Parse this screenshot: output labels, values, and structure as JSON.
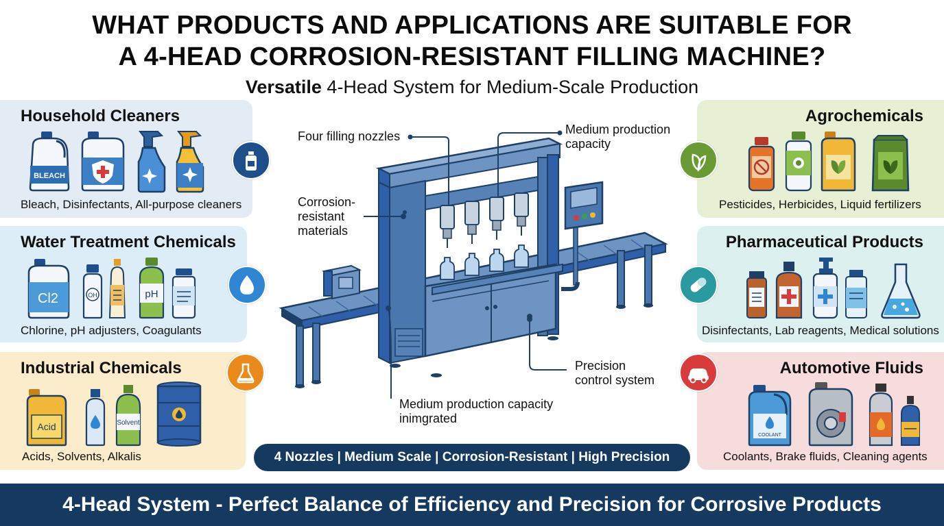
{
  "title": {
    "line1": "WHAT PRODUCTS AND APPLICATIONS ARE SUITABLE FOR",
    "line2": "A 4-HEAD CORROSION-RESISTANT FILLING MACHINE?"
  },
  "subtitle": {
    "bold": "Versatile",
    "rest": " 4-Head System for Medium-Scale Production"
  },
  "panels": {
    "household": {
      "title": "Household Cleaners",
      "desc": "Bleach, Disinfectants, All-purpose cleaners",
      "label_bleach": "BLEACH",
      "icon": "spray-bottle-icon",
      "color": "#e3ebf4"
    },
    "water": {
      "title": "Water Treatment Chemicals",
      "desc": "Chlorine, pH adjusters, Coagulants",
      "label_cl2": "Cl2",
      "label_oh": "OH",
      "label_ph": "pH",
      "icon": "water-drop-icon",
      "color": "#dcedf8"
    },
    "industrial": {
      "title": "Industrial Chemicals",
      "desc": "Acids, Solvents, Alkalis",
      "label_acid": "Acid",
      "label_solvent": "Solvent",
      "icon": "flask-icon",
      "color": "#fbeccb"
    },
    "agro": {
      "title": "Agrochemicals",
      "desc": "Pesticides, Herbicides, Liquid fertilizers",
      "icon": "leaf-icon",
      "color": "#e7f0d4"
    },
    "pharma": {
      "title": "Pharmaceutical Products",
      "desc": "Disinfectants, Lab reagents, Medical solutions",
      "icon": "pill-icon",
      "color": "#dcf0ef"
    },
    "auto": {
      "title": "Automotive Fluids",
      "desc": "Coolants, Brake fluids, Cleaning agents",
      "label_coolant": "COOLANT",
      "icon": "car-icon",
      "color": "#f6dcdc"
    }
  },
  "callouts": {
    "nozzles": "Four filling nozzles",
    "capacity_top": [
      "Medium production",
      "capacity"
    ],
    "materials": [
      "Corrosion-",
      "resistant",
      "materials"
    ],
    "precision": [
      "Precision",
      "control system"
    ],
    "capacity_bottom": [
      "Medium production capacity",
      "inimgrated"
    ]
  },
  "pill": "4 Nozzles | Medium Scale | Corrosion-Resistant | High Precision",
  "bottom_bar": "4-Head System - Perfect Balance of Efficiency and Precision for Corrosive Products"
}
